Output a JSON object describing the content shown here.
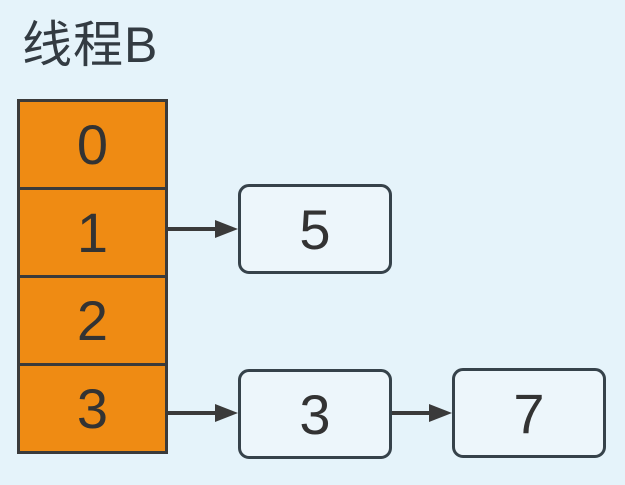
{
  "diagram": {
    "title": "线程B",
    "buckets": [
      "0",
      "1",
      "2",
      "3"
    ],
    "chains": [
      {
        "from_bucket": "1",
        "nodes": [
          "5"
        ]
      },
      {
        "from_bucket": "3",
        "nodes": [
          "3",
          "7"
        ]
      }
    ]
  },
  "colors": {
    "background": "#e5f3fa",
    "bucket_fill": "#ef8b13",
    "stroke": "#3a3a3a",
    "node_fill": "#edf6fb",
    "node_border": "#36424a",
    "text": "#333333",
    "title_text": "#333b42"
  }
}
